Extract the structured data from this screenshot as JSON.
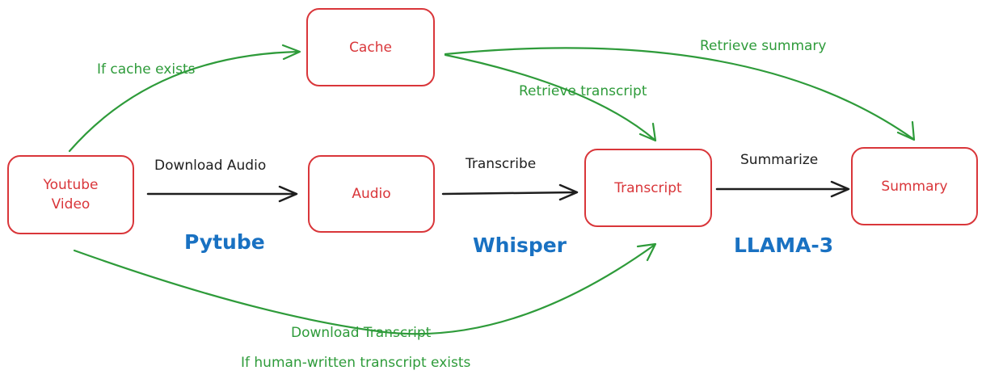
{
  "nodes": {
    "youtube_video": "Youtube\nVideo",
    "cache": "Cache",
    "audio": "Audio",
    "transcript": "Transcript",
    "summary": "Summary"
  },
  "edge_labels": {
    "if_cache_exists": "If cache exists",
    "retrieve_summary": "Retrieve summary",
    "retrieve_transcript": "Retrieve transcript",
    "download_audio": "Download Audio",
    "transcribe": "Transcribe",
    "summarize": "Summarize",
    "download_transcript": "Download Transcript",
    "if_human_written": "If human-written transcript exists"
  },
  "tools": {
    "pytube": "Pytube",
    "whisper": "Whisper",
    "llama": "LLAMA-3"
  },
  "colors": {
    "node_border": "#d9363a",
    "conditional_edge": "#2e9b3a",
    "main_edge": "#1e1e1e",
    "tool_text": "#1971c2"
  }
}
